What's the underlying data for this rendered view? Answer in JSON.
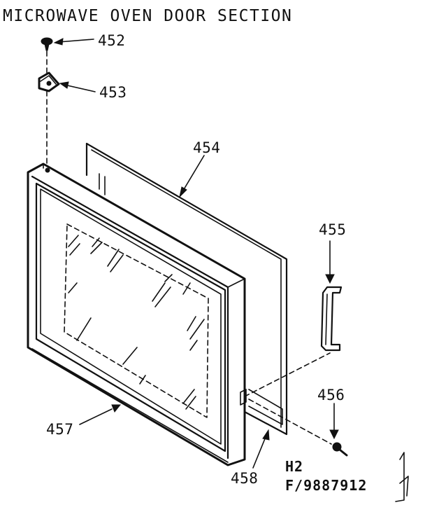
{
  "title": "MICROWAVE OVEN DOOR SECTION",
  "parts": [
    {
      "number": "452",
      "kind": "screw"
    },
    {
      "number": "453",
      "kind": "hinge bracket"
    },
    {
      "number": "454",
      "kind": "door panel"
    },
    {
      "number": "455",
      "kind": "latch"
    },
    {
      "number": "456",
      "kind": "screw"
    },
    {
      "number": "457",
      "kind": "door frame"
    },
    {
      "number": "458",
      "kind": "hinge strip"
    }
  ],
  "footer": {
    "line1": "H2",
    "line2": "F/9887912"
  },
  "colors": {
    "ink": "#111111",
    "paper": "#ffffff"
  }
}
